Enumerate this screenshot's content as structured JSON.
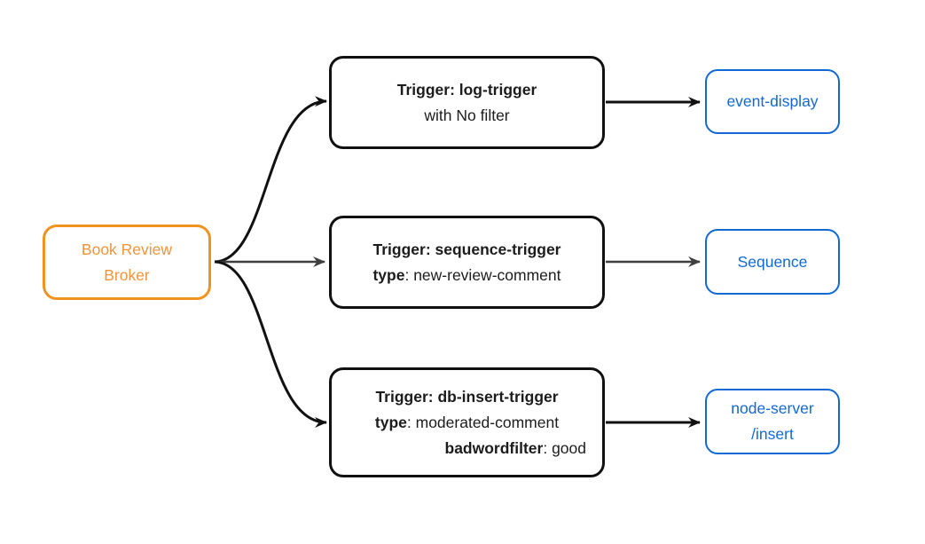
{
  "broker": {
    "line1": "Book Review",
    "line2": "Broker"
  },
  "triggers": {
    "log": {
      "title": "Trigger: log-trigger",
      "filter": "with No filter"
    },
    "sequence": {
      "title": "Trigger: sequence-trigger",
      "attr1_key": "type",
      "attr1_val": ": new-review-comment"
    },
    "db_insert": {
      "title": "Trigger: db-insert-trigger",
      "attr1_key": "type",
      "attr1_val": ": moderated-comment",
      "attr2_key": "badwordfilter",
      "attr2_val": ": good"
    }
  },
  "sinks": {
    "event_display": {
      "label": "event-display"
    },
    "sequence": {
      "label": "Sequence"
    },
    "node_server": {
      "line1": "node-server",
      "line2": "/insert"
    }
  },
  "colors": {
    "broker_orange": "#F2921F",
    "sink_blue": "#1269D3",
    "node_border_black": "#111111",
    "edge_black": "#111111",
    "edge_gray": "#3F3F3F",
    "background": "#FFFFFF"
  }
}
